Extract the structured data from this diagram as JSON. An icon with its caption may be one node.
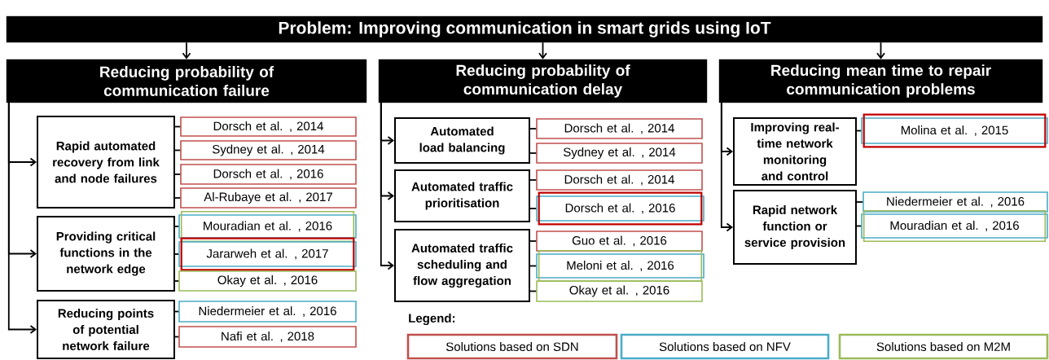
{
  "diagram": {
    "nodes": [
      {
        "text": [
          "Problem: Improving communication in smart grids using IoT"
        ]
      },
      {
        "text": [
          "Reducing probability of communication failure"
        ]
      },
      {
        "text": [
          "Rapid automated recovery from link and node failures"
        ]
      },
      {
        "text": [
          "Dorsch et al. , 2014"
        ]
      },
      {
        "text": [
          "Sydney et al. , 2014"
        ]
      },
      {
        "text": [
          "Dorsch et al. , 2016"
        ]
      },
      {
        "text": [
          "Al-Rubaye et al. , 2017"
        ]
      },
      {
        "text": [
          "Providing critical functions in the network edge"
        ]
      },
      {
        "text": [
          "Mouradian et al. , 2016"
        ]
      },
      {
        "text": [
          "Jararweh et al. , 2017"
        ]
      },
      {
        "text": [
          "Okay et al. , 2016"
        ]
      },
      {
        "text": [
          "Reducing points of potential network failure"
        ]
      },
      {
        "text": [
          "Niedermeier et al. , 2016"
        ]
      },
      {
        "text": [
          "Nafi et al. , 2018"
        ]
      },
      {
        "text": [
          "Reducing probability of communication delay"
        ]
      },
      {
        "text": [
          "Automated load balancing"
        ]
      },
      {
        "text": [
          "Dorsch et al. , 2014"
        ]
      },
      {
        "text": [
          "Sydney et al. , 2014"
        ]
      },
      {
        "text": [
          "Automated traffic prioritisation"
        ]
      },
      {
        "text": [
          "Dorsch et al. , 2014"
        ]
      },
      {
        "text": [
          "Dorsch et al. , 2016"
        ]
      },
      {
        "text": [
          "Automated traffic scheduling and flow aggregation"
        ]
      },
      {
        "text": [
          "Guo et al. , 2016"
        ]
      },
      {
        "text": [
          "Meloni et al. , 2016"
        ]
      },
      {
        "text": [
          "Okay et al. , 2016"
        ]
      },
      {
        "text": [
          "Reducing mean time to repair communication problems"
        ]
      },
      {
        "text": [
          "Improving real-time network monitoring and control"
        ]
      },
      {
        "text": [
          "Molina et al. , 2015"
        ]
      },
      {
        "text": [
          "Rapid network function or service provision"
        ]
      },
      {
        "text": [
          "Niedermeier et al. , 2016"
        ]
      },
      {
        "text": [
          "Mouradian et al. , 2016"
        ]
      }
    ],
    "edges": [
      {
        "from": 0,
        "to": 1,
        "arrow": "to"
      },
      {
        "from": 0,
        "to": 14,
        "arrow": "to"
      },
      {
        "from": 0,
        "to": 25,
        "arrow": "to"
      },
      {
        "from": 1,
        "to": 2,
        "arrow": "to"
      },
      {
        "from": 1,
        "to": 7,
        "arrow": "to"
      },
      {
        "from": 1,
        "to": 11,
        "arrow": "to"
      },
      {
        "from": 2,
        "to": 3,
        "arrow": "none"
      },
      {
        "from": 2,
        "to": 4,
        "arrow": "none"
      },
      {
        "from": 2,
        "to": 5,
        "arrow": "none"
      },
      {
        "from": 2,
        "to": 6,
        "arrow": "none"
      },
      {
        "from": 7,
        "to": 8,
        "arrow": "none"
      },
      {
        "from": 7,
        "to": 9,
        "arrow": "none"
      },
      {
        "from": 7,
        "to": 10,
        "arrow": "none"
      },
      {
        "from": 11,
        "to": 12,
        "arrow": "none"
      },
      {
        "from": 11,
        "to": 13,
        "arrow": "none"
      },
      {
        "from": 14,
        "to": 15,
        "arrow": "to"
      },
      {
        "from": 14,
        "to": 18,
        "arrow": "to"
      },
      {
        "from": 14,
        "to": 21,
        "arrow": "to"
      },
      {
        "from": 15,
        "to": 16,
        "arrow": "none"
      },
      {
        "from": 15,
        "to": 17,
        "arrow": "none"
      },
      {
        "from": 18,
        "to": 19,
        "arrow": "none"
      },
      {
        "from": 18,
        "to": 20,
        "arrow": "none"
      },
      {
        "from": 21,
        "to": 22,
        "arrow": "none"
      },
      {
        "from": 21,
        "to": 23,
        "arrow": "none"
      },
      {
        "from": 21,
        "to": 24,
        "arrow": "none"
      },
      {
        "from": 25,
        "to": 26,
        "arrow": "to"
      },
      {
        "from": 25,
        "to": 28,
        "arrow": "to"
      },
      {
        "from": 26,
        "to": 27,
        "arrow": "none"
      },
      {
        "from": 28,
        "to": 29,
        "arrow": "none"
      },
      {
        "from": 28,
        "to": 30,
        "arrow": "none"
      }
    ],
    "labels": [
      "Legend:"
    ],
    "legend": [
      {
        "text": "Solutions based on SDN",
        "color": "#c0504d"
      },
      {
        "text": "Solutions based on NFV",
        "color": "#4bacc6"
      },
      {
        "text": "Solutions based on M2M",
        "color": "#9bbb59"
      }
    ]
  }
}
